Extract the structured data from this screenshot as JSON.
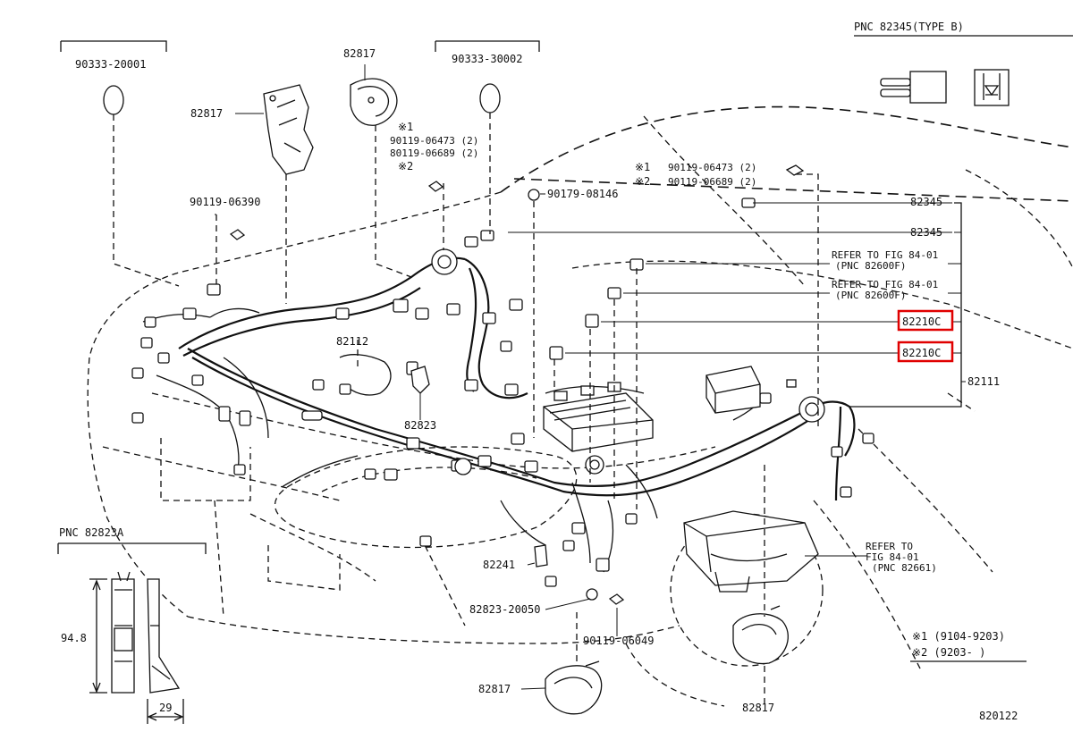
{
  "header_tags": {
    "pnc_82345_type_b": "PNC 82345(TYPE B)",
    "pnc_82823a": "PNC 82823A"
  },
  "part_labels": {
    "p_90333_20001": "90333-20001",
    "p_90333_30002": "90333-30002",
    "p_82817_top": "82817",
    "p_82817_left": "82817",
    "p_82817_bottom_left": "82817",
    "p_82817_bottom_right": "82817",
    "p_90119_06390": "90119-06390",
    "p_90179_08146": "90179-08146",
    "p_82345_upper": "82345",
    "p_82345_lower": "82345",
    "p_82112": "82112",
    "p_82823": "82823",
    "p_82111": "82111",
    "p_82241": "82241",
    "p_82823_20050": "82823-20050",
    "p_90119_06049": "90119-06049",
    "p_82210c_upper": "82210C",
    "p_82210c_lower": "82210C"
  },
  "bolt_notes": {
    "left": {
      "mark1": "※1",
      "bolt1": "90119-06473 (2)",
      "bolt2": "80119-06689 (2)",
      "mark2": "※2"
    },
    "right": {
      "mark1": "※1",
      "bolt1": "90119-06473 (2)",
      "mark2": "※2",
      "bolt2": "90119-06689 (2)"
    }
  },
  "references": {
    "fig_a_line1": "REFER TO FIG 84-01",
    "fig_a_line2": "(PNC 82600F)",
    "fig_b_line1": "REFER TO FIG 84-01",
    "fig_b_line2": "(PNC 82600F)",
    "fig_c_line1": "REFER TO",
    "fig_c_line2": "FIG 84-01",
    "fig_c_line3": "(PNC 82661)"
  },
  "dimensions": {
    "height": "94.8",
    "width": "29"
  },
  "legend": {
    "note1": "※1 (9104-9203)",
    "note2": "※2 (9203-      )"
  },
  "figure_number": "820122",
  "highlight_color": "#e00000"
}
